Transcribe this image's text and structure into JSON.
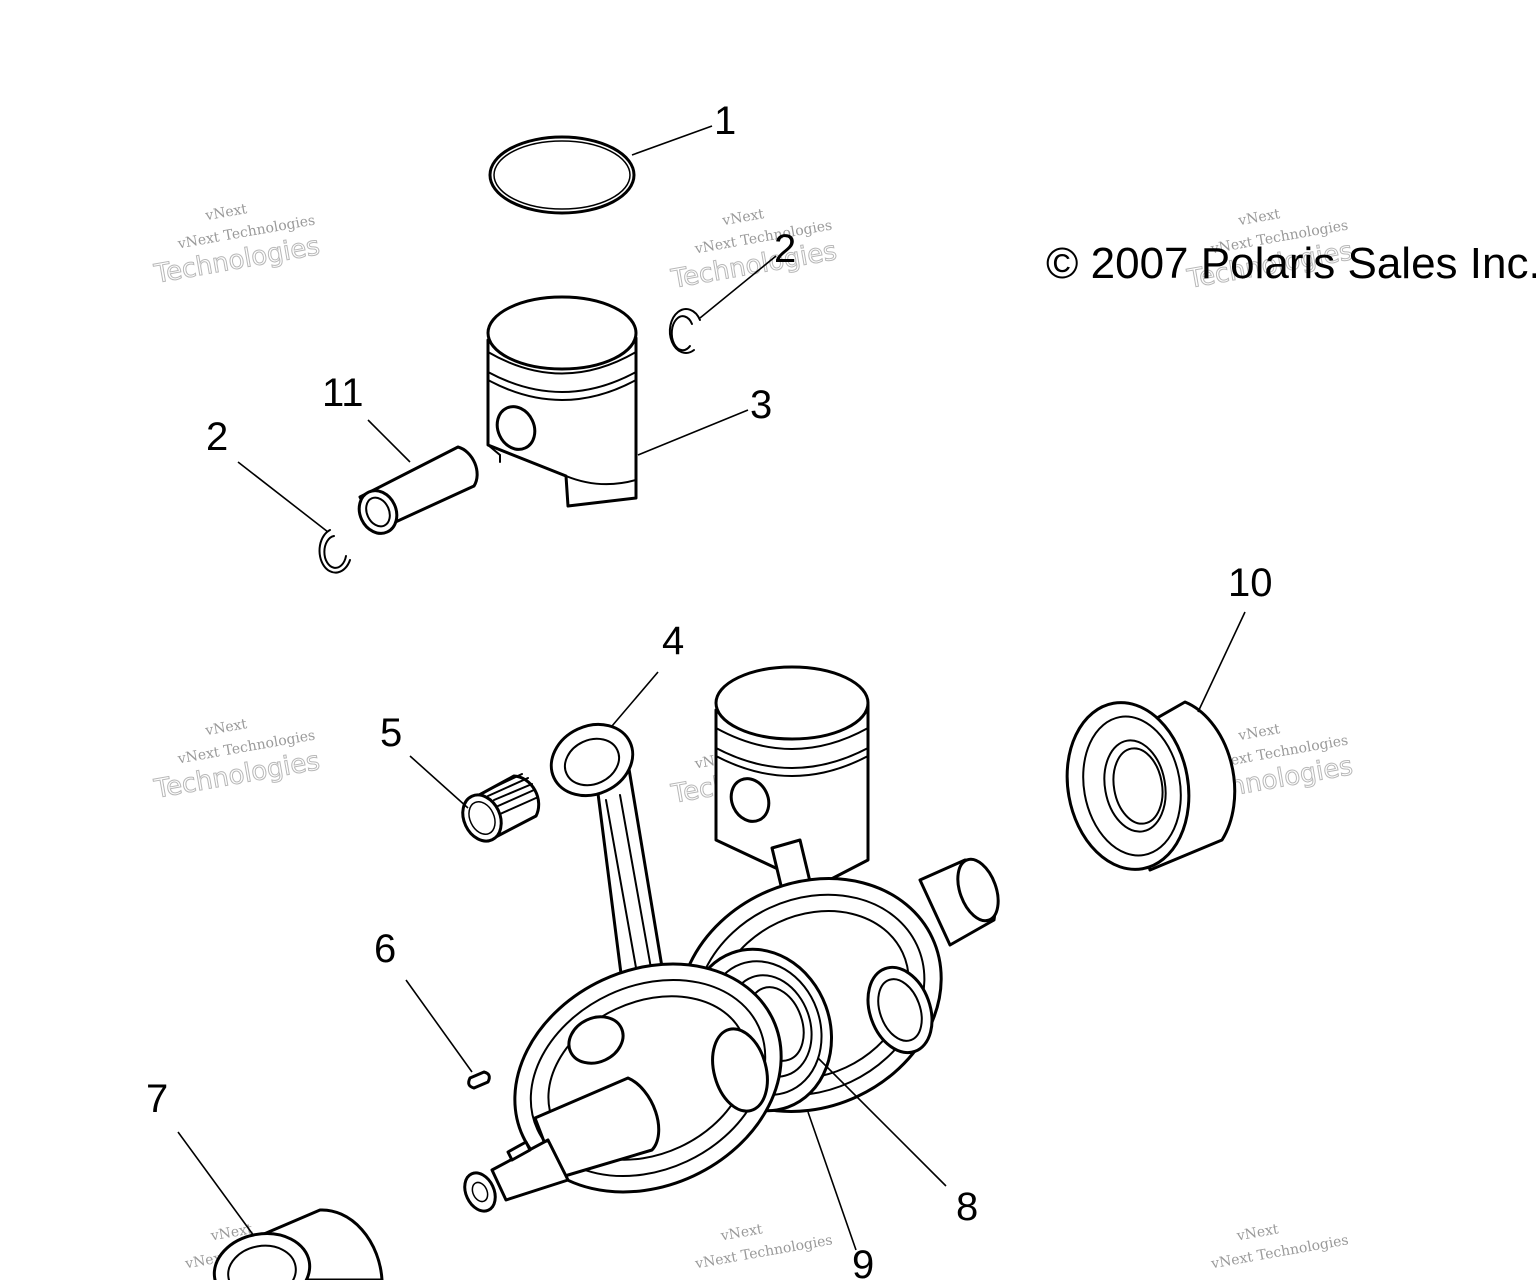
{
  "copyright": "© 2007 Polaris Sales Inc.",
  "watermark": {
    "brand": "vNext",
    "line": "vNext Technologies",
    "big": "Technologies"
  },
  "callouts": [
    {
      "id": "1",
      "label": "1",
      "part": "piston-ring"
    },
    {
      "id": "2a",
      "label": "2",
      "part": "circlip-right"
    },
    {
      "id": "2b",
      "label": "2",
      "part": "circlip-left"
    },
    {
      "id": "3",
      "label": "3",
      "part": "piston"
    },
    {
      "id": "4",
      "label": "4",
      "part": "connecting-rod"
    },
    {
      "id": "5",
      "label": "5",
      "part": "needle-bearing"
    },
    {
      "id": "6",
      "label": "6",
      "part": "woodruff-key"
    },
    {
      "id": "7",
      "label": "7",
      "part": "bearing-bottom"
    },
    {
      "id": "8",
      "label": "8",
      "part": "crankshaft-seal"
    },
    {
      "id": "9",
      "label": "9",
      "part": "crankshaft-bearing"
    },
    {
      "id": "10",
      "label": "10",
      "part": "bearing-right"
    },
    {
      "id": "11",
      "label": "11",
      "part": "wrist-pin"
    }
  ]
}
